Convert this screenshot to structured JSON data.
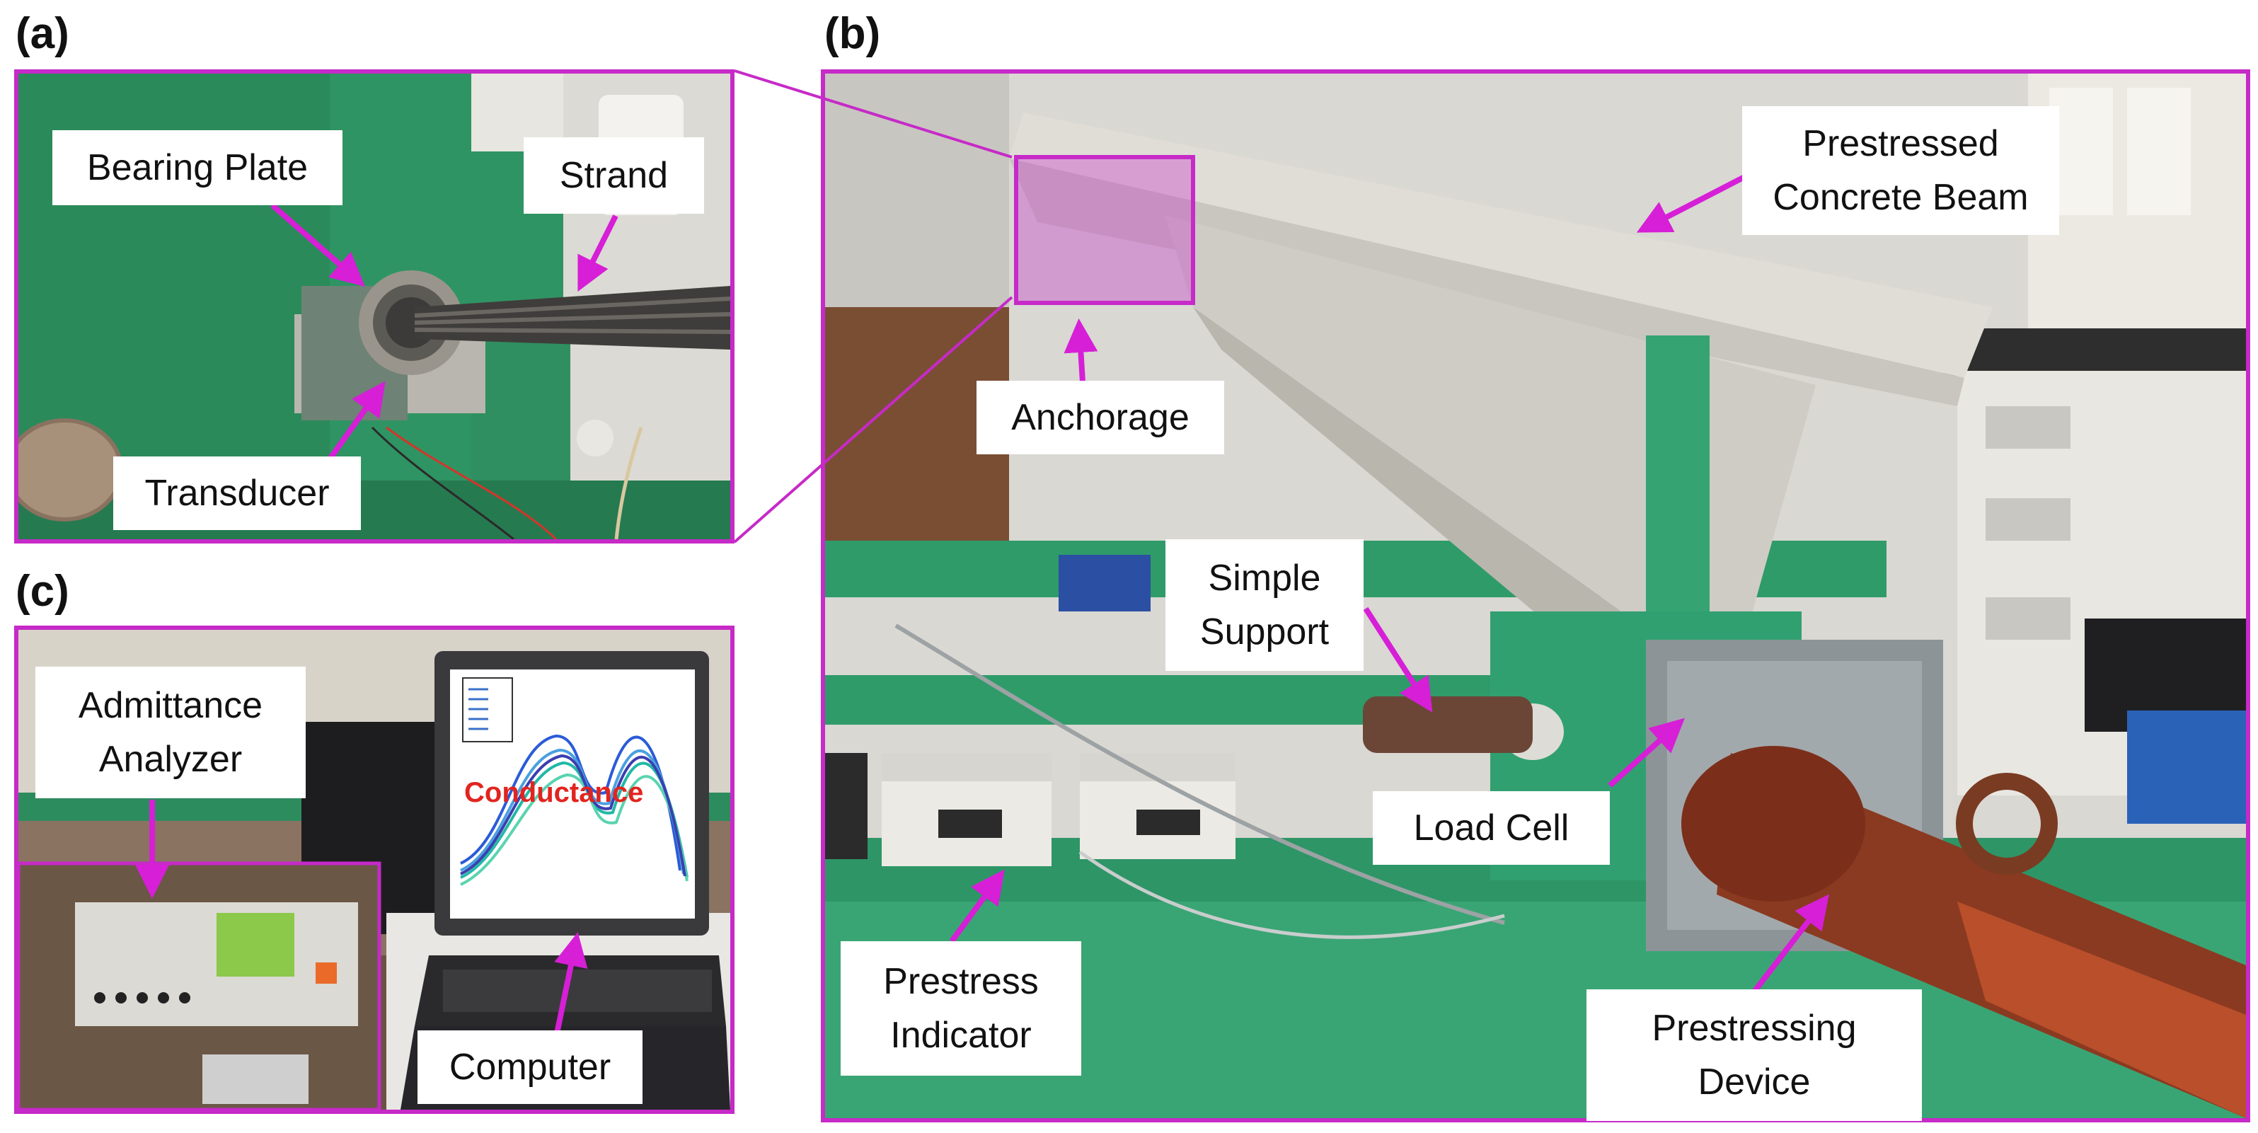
{
  "panels": {
    "a": {
      "label": "(a)"
    },
    "b": {
      "label": "(b)"
    },
    "c": {
      "label": "(c)"
    }
  },
  "callouts": {
    "bearing_plate": "Bearing Plate",
    "strand": "Strand",
    "transducer": "Transducer",
    "prestressed_concrete_beam": [
      "Prestressed",
      "Concrete Beam"
    ],
    "anchorage": "Anchorage",
    "simple_support": [
      "Simple",
      "Support"
    ],
    "load_cell": "Load Cell",
    "prestress_indicator": [
      "Prestress",
      "Indicator"
    ],
    "prestressing_device": [
      "Prestressing",
      "Device"
    ],
    "admittance_analyzer": [
      "Admittance",
      "Analyzer"
    ],
    "computer": "Computer"
  },
  "screen": {
    "plot_title": "Conductance"
  },
  "colors": {
    "frame": "#c62ac8",
    "arrow": "#d61fd6",
    "steel_green": "#2c9e6b",
    "concrete": "#d6d3cc",
    "jack_red": "#a2482c"
  }
}
